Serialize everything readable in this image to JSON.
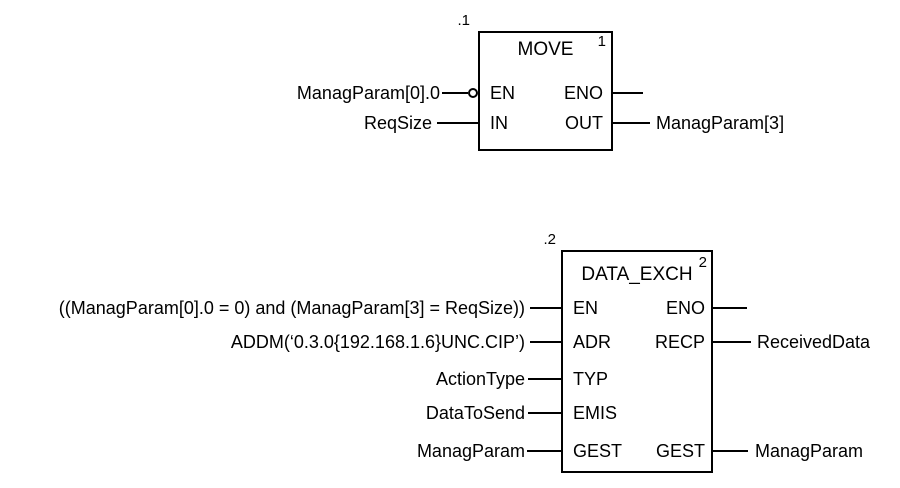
{
  "colors": {
    "ink": "#000000",
    "background": "#ffffff"
  },
  "diagram_type": "function-block-diagram",
  "blocks": [
    {
      "link_label": ".1",
      "title": "MOVE",
      "instance_number": "1",
      "inputs": [
        {
          "pin": "EN",
          "value": "ManagParam[0].0",
          "negated": true
        },
        {
          "pin": "IN",
          "value": "ReqSize",
          "negated": false
        }
      ],
      "outputs": [
        {
          "pin": "ENO",
          "value": ""
        },
        {
          "pin": "OUT",
          "value": "ManagParam[3]"
        }
      ]
    },
    {
      "link_label": ".2",
      "title": "DATA_EXCH",
      "instance_number": "2",
      "inputs": [
        {
          "pin": "EN",
          "value": "((ManagParam[0].0 = 0) and (ManagParam[3] = ReqSize))",
          "negated": false
        },
        {
          "pin": "ADR",
          "value": "ADDM(‘0.3.0{192.168.1.6}UNC.CIP’)",
          "negated": false
        },
        {
          "pin": "TYP",
          "value": "ActionType",
          "negated": false
        },
        {
          "pin": "EMIS",
          "value": "DataToSend",
          "negated": false
        },
        {
          "pin": "GEST",
          "value": "ManagParam",
          "negated": false
        }
      ],
      "outputs": [
        {
          "pin": "ENO",
          "value": ""
        },
        {
          "pin": "RECP",
          "value": "ReceivedData"
        },
        {
          "pin": "GEST",
          "value": "ManagParam"
        }
      ]
    }
  ]
}
